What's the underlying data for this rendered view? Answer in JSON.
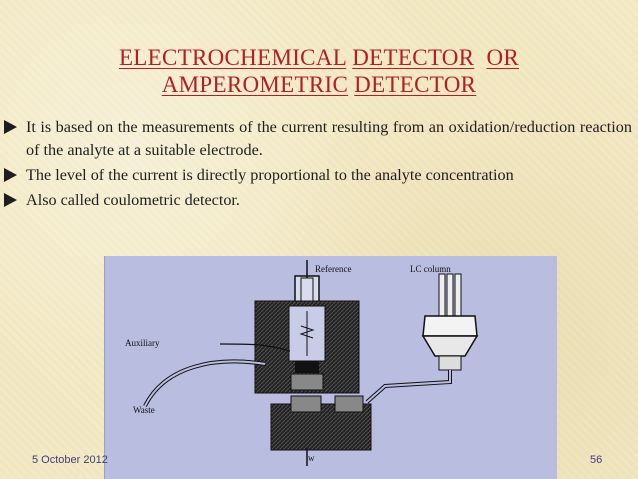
{
  "slide": {
    "title_line1": {
      "w1": "ELECTROCHEMICAL",
      "w2": "DETECTOR",
      "w3": "OR"
    },
    "title_line2": {
      "w1": "AMPEROMETRIC",
      "w2": "DETECTOR"
    },
    "bullets": [
      "It is based on the measurements of the current resulting from an oxidation/reduction reaction of the analyte at a suitable electrode.",
      "The level of the current is directly proportional to the analyte concentration",
      "Also called coulometric detector."
    ],
    "figure": {
      "label_reference": "Reference",
      "label_lc_column": "LC column",
      "label_auxiliary": "Auxiliary",
      "label_waste": "Waste",
      "label_w": "w"
    },
    "footer": {
      "date": "5 October 2012",
      "page": "56"
    },
    "colors": {
      "title": "#b21e24",
      "background": "#f3e9c3",
      "figure_bg": "#b9bde0",
      "footer": "#3f3f7a"
    },
    "icons": {
      "bullet": "triangle-bullet-icon"
    }
  }
}
